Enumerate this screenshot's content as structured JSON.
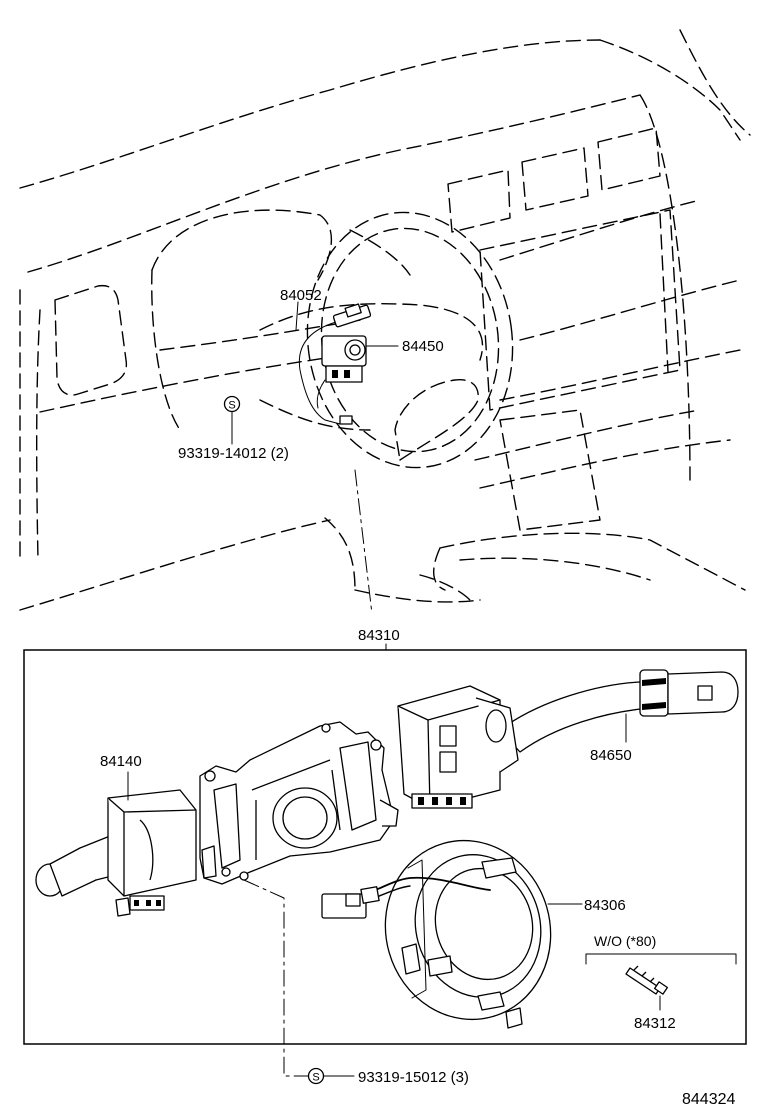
{
  "labels": {
    "p84052": "84052",
    "p84450": "84450",
    "p93319_14012": "93319-14012 (2)",
    "p84310": "84310",
    "p84140": "84140",
    "p84650": "84650",
    "p84306": "84306",
    "wo_note": "W/O (*80)",
    "p84312": "84312",
    "p93319_15012": "93319-15012 (3)",
    "illustration_no": "844324"
  },
  "screw_symbol": "S",
  "icons": {
    "screw": "screw-symbol-icon"
  }
}
